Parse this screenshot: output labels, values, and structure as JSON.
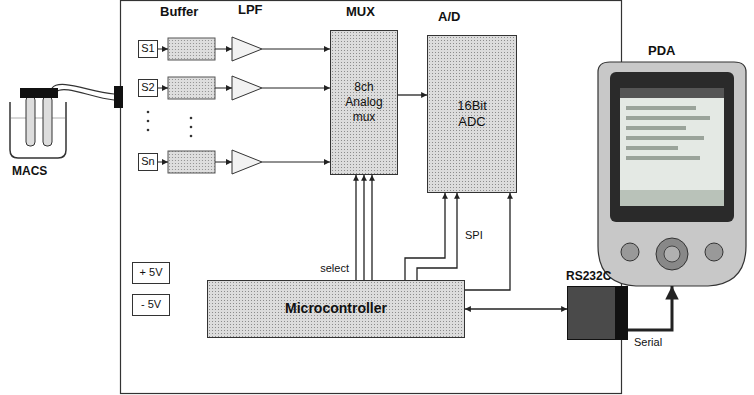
{
  "diagram": {
    "nodes": [
      {
        "text": [
          "MACS"
        ]
      },
      {
        "text": [
          "S1"
        ]
      },
      {
        "text": [
          "S2"
        ]
      },
      {
        "text": [
          "Sn"
        ]
      },
      {
        "text": [
          "MUX",
          "8ch Analog mux"
        ]
      },
      {
        "text": [
          "A/D",
          "16Bit ADC"
        ]
      },
      {
        "text": [
          "Microcontroller"
        ]
      },
      {
        "text": [
          "+ 5V"
        ]
      },
      {
        "text": [
          "- 5V"
        ]
      },
      {
        "text": [
          "RS232C"
        ]
      },
      {
        "text": [
          "PDA"
        ]
      }
    ],
    "edges": [
      {
        "from": 4,
        "to": 5,
        "arrow": "to"
      },
      {
        "from": 6,
        "to": 4,
        "arrow": "to",
        "label": "select"
      },
      {
        "from": 6,
        "to": 5,
        "arrow": "to",
        "label": "SPI"
      },
      {
        "from": 6,
        "to": 5,
        "arrow": "to"
      },
      {
        "from": 6,
        "to": 9,
        "arrow": "both"
      },
      {
        "from": 9,
        "to": 10,
        "arrow": "to",
        "label": "Serial"
      }
    ],
    "labels": [
      "Buffer",
      "LPF"
    ]
  }
}
